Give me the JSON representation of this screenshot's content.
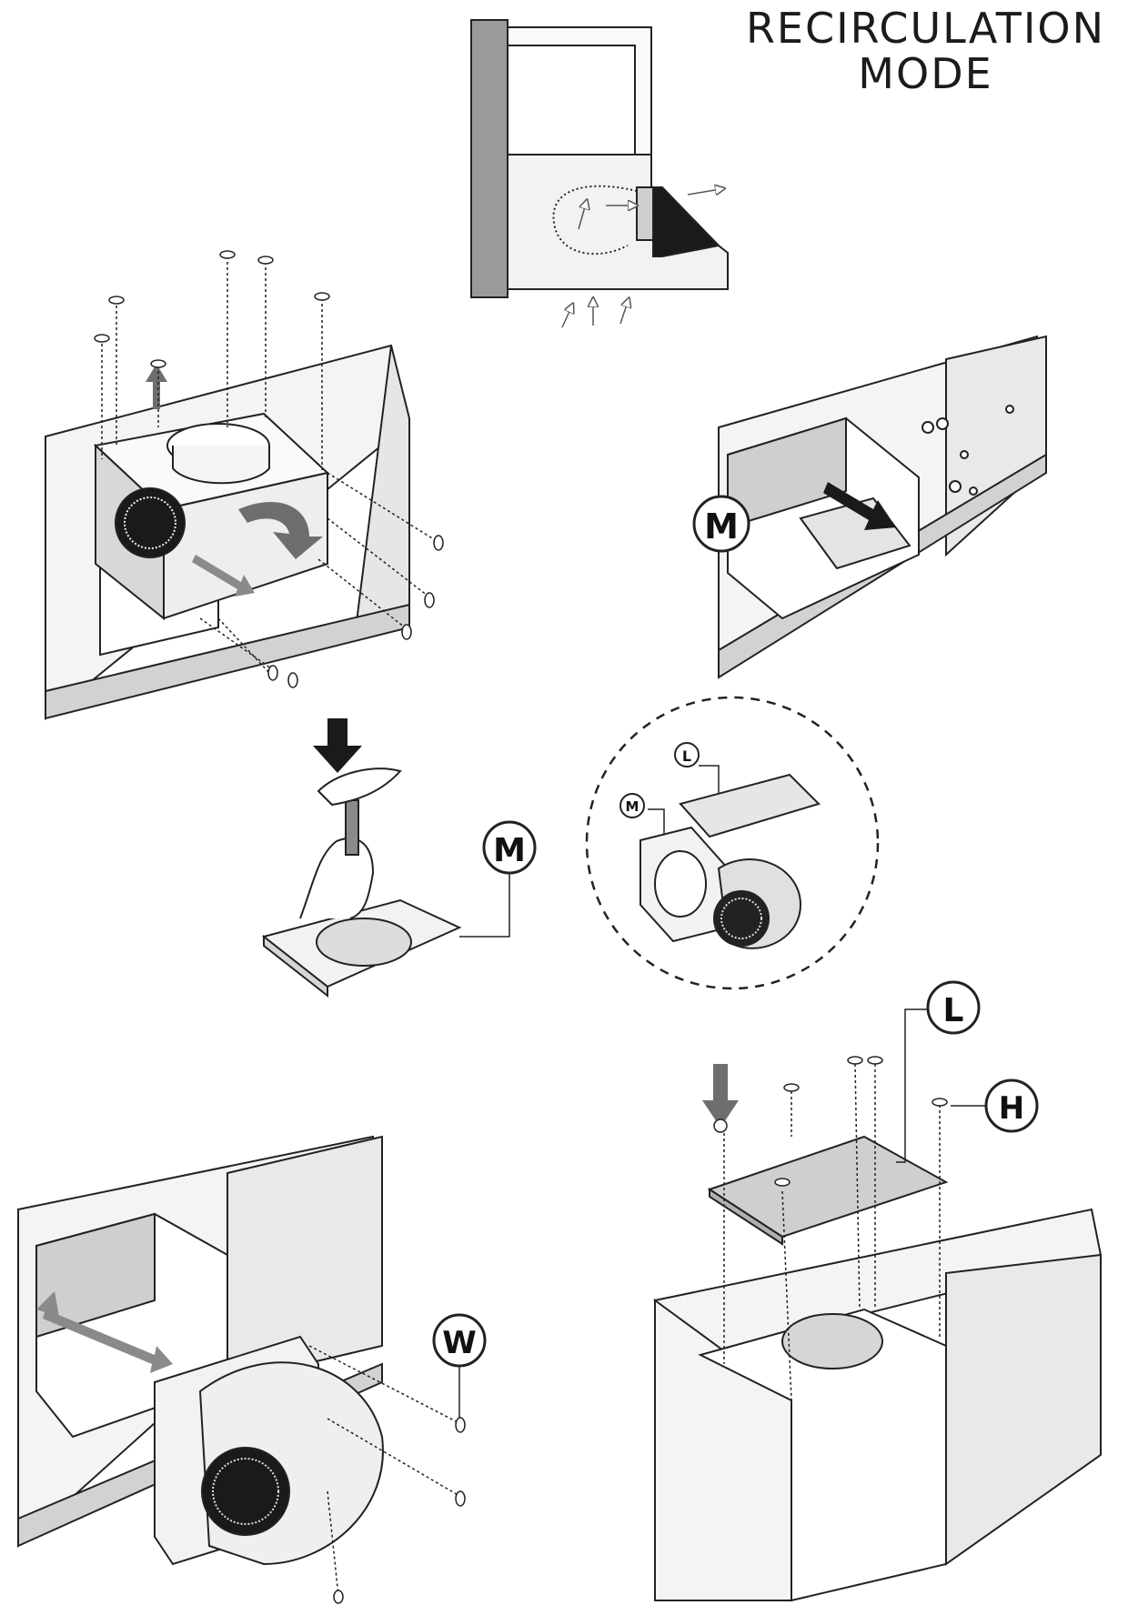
{
  "title": {
    "line1": "RECIRCULATION",
    "line2": "MODE"
  },
  "callouts": {
    "m_step2": "M",
    "m_step3": "M",
    "l_detail": "L",
    "m_detail": "M",
    "w_step5": "W",
    "l_step6": "L",
    "h_step6": "H"
  },
  "colors": {
    "line": "#222222",
    "panel_light": "#f2f2f2",
    "panel_mid": "#d9d9d9",
    "arrow_gray": "#7a7a7a",
    "arrow_dark": "#1a1a1a",
    "wall": "#9a9a9a"
  }
}
